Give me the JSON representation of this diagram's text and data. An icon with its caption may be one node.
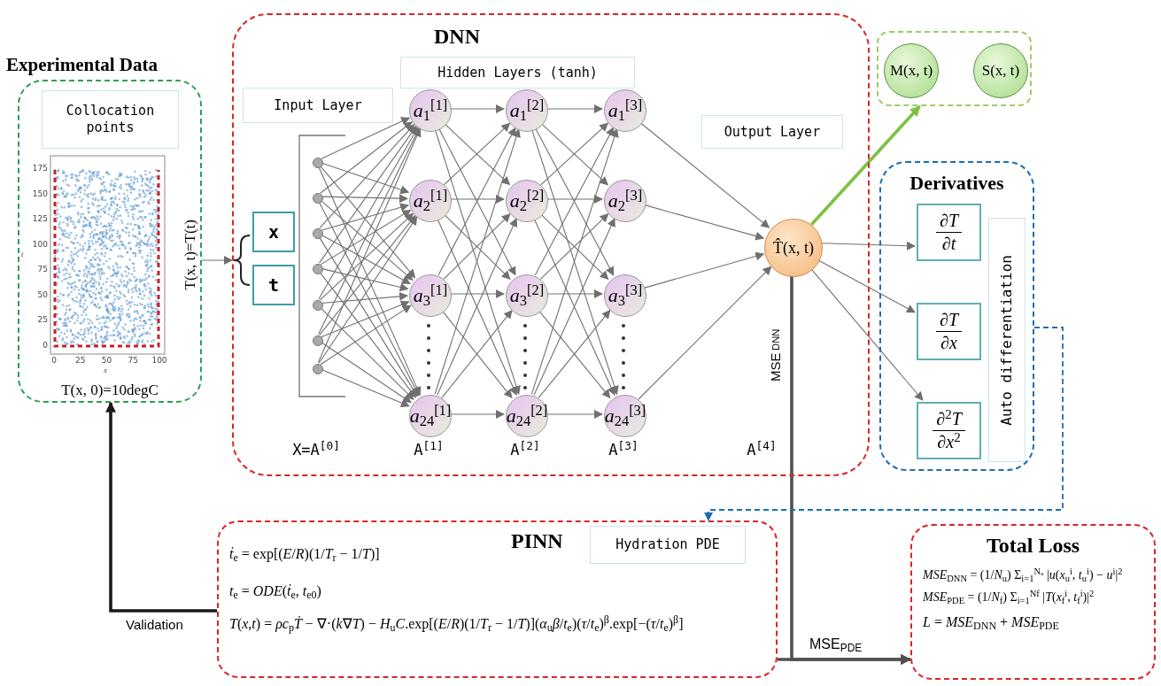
{
  "diagram": {
    "nodes": [
      {
        "text": [
          "Experimental Data",
          "T(x, 0)=10degC"
        ]
      },
      {
        "text": [
          "Collocation points"
        ],
        "in": 0
      },
      {
        "text": [
          "DNN"
        ]
      },
      {
        "text": [
          "Input Layer"
        ],
        "in": 2
      },
      {
        "text": [
          "Hidden Layers (tanh)"
        ],
        "in": 2
      },
      {
        "text": [
          "x"
        ],
        "in": 2
      },
      {
        "text": [
          "t"
        ],
        "in": 2
      },
      {
        "text": [],
        "shape": "circle",
        "in": 2
      },
      {
        "text": [],
        "shape": "circle",
        "in": 2
      },
      {
        "text": [],
        "shape": "circle",
        "in": 2
      },
      {
        "text": [],
        "shape": "circle",
        "in": 2
      },
      {
        "text": [],
        "shape": "circle",
        "in": 2
      },
      {
        "text": [],
        "shape": "circle",
        "in": 2
      },
      {
        "text": [],
        "shape": "circle",
        "in": 2
      },
      {
        "text": [
          "*a*$_{1}$$^{[1]}$"
        ],
        "in": 2
      },
      {
        "text": [
          "*a*$_{2}$$^{[1]}$"
        ],
        "in": 2
      },
      {
        "text": [
          "*a*$_{3}$$^{[1]}$"
        ],
        "in": 2
      },
      {
        "text": [
          "*a*$_{24}$$^{[1]}$"
        ],
        "in": 2
      },
      {
        "text": [
          "*a*$_{1}$$^{[2]}$"
        ],
        "in": 2
      },
      {
        "text": [
          "*a*$_{2}$$^{[2]}$"
        ],
        "in": 2
      },
      {
        "text": [
          "*a*$_{3}$$^{[2]}$"
        ],
        "in": 2
      },
      {
        "text": [
          "*a*$_{24}$$^{[2]}$"
        ],
        "in": 2
      },
      {
        "text": [
          "*a*$_{1}$$^{[3]}$"
        ],
        "in": 2
      },
      {
        "text": [
          "*a*$_{2}$$^{[3]}$"
        ],
        "in": 2
      },
      {
        "text": [
          "*a*$_{3}$$^{[3]}$"
        ],
        "in": 2
      },
      {
        "text": [
          "*a*$_{24}$$^{[3]}$"
        ],
        "in": 2
      },
      {
        "text": [
          "Output Layer"
        ],
        "in": 2
      },
      {
        "text": [
          "T̂(x, t)"
        ],
        "in": 2
      },
      {
        "text": [],
        "shape": "box"
      },
      {
        "text": [
          "M(x, t)"
        ],
        "in": 28
      },
      {
        "text": [
          "S(x, t)"
        ],
        "in": 28
      },
      {
        "text": [
          "Derivatives"
        ]
      },
      {
        "text": [
          "∂*T*",
          "∂*t*"
        ],
        "in": 31
      },
      {
        "text": [
          "∂*T*",
          "∂*x*"
        ],
        "in": 31
      },
      {
        "text": [
          "∂$^{2}$*T*",
          "∂*x*$^{2}$"
        ],
        "in": 31
      },
      {
        "text": [
          "Auto differentiation"
        ],
        "in": 31
      },
      {
        "text": [
          "PINN",
          "*ṫ*$_{e}$ = exp[(*E*/*R*)(1/*T*$_{r}$ − 1/*T*)]",
          "*t*$_{e}$ = *ODE*(*ṫ*$_{e}$, *t*$_{e0}$)",
          "*T*(*x*,*t*) = *ρc*$_{p}$*Ṫ* − ∇·(*k*∇*T*) − *H*$_{u}$*C*.exp[(*E*/*R*)(1/*T*$_{r}$ − 1/*T*)](*α*$_{u}$*β*/*t*$_{e}$)(*τ*/*t*$_{e}$)$^{β}$.exp[−(*τ*/*t*$_{e}$)$^{β}$]"
        ]
      },
      {
        "text": [
          "Hydration PDE"
        ],
        "in": 36
      },
      {
        "text": [
          "Total Loss",
          "*MSE*$_{DNN}$ = (1/*N*$_{u}$) Σ$_{i=1}$$^{Nᵤ}$ |*u*(*x*$_{u}$$^{i}$, *t*$_{u}$$^{i}$) − *u*$^{i}$|$^{2}$",
          "*MSE*$_{PDE}$ = (1/*N*$_{f}$) Σ$_{i=1}$$^{Nf}$ |*T*(*x*$_{f}$$^{i}$, *t*$_{f}$$^{i}$)|$^{2}$",
          "*L* = *MSE*$_{DNN}$ + *MSE*$_{PDE}$"
        ]
      }
    ],
    "edges": [
      {
        "from": 0,
        "to": 2,
        "arrow": "to",
        "label": "T(x, t)=T(t)"
      },
      {
        "from": 27,
        "to": 28,
        "arrow": "to",
        "style": "thick",
        "color": "#7cc242"
      },
      {
        "from": 27,
        "to": 32,
        "arrow": "to"
      },
      {
        "from": 27,
        "to": 33,
        "arrow": "to"
      },
      {
        "from": 27,
        "to": 34,
        "arrow": "to"
      },
      {
        "from": 27,
        "to": 38,
        "arrow": "to",
        "label": "MSE$_{DNN}$",
        "style": "thick",
        "color": "#505050"
      },
      {
        "from": 36,
        "to": 38,
        "arrow": "to",
        "label": "MSE$_{PDE}$",
        "style": "thick",
        "color": "#505050"
      },
      {
        "from": 31,
        "to": 36,
        "arrow": "to",
        "style": "dashed",
        "color": "#1c6db3"
      },
      {
        "from": 36,
        "to": 0,
        "arrow": "to",
        "label": "Validation",
        "style": "thick",
        "color": "#1a1a1a"
      },
      {
        "from": 7,
        "to": 14,
        "arrow": "to"
      },
      {
        "from": 7,
        "to": 15,
        "arrow": "to"
      },
      {
        "from": 7,
        "to": 16,
        "arrow": "to"
      },
      {
        "from": 7,
        "to": 17,
        "arrow": "to"
      },
      {
        "from": 8,
        "to": 14,
        "arrow": "to"
      },
      {
        "from": 8,
        "to": 15,
        "arrow": "to"
      },
      {
        "from": 8,
        "to": 16,
        "arrow": "to"
      },
      {
        "from": 8,
        "to": 17,
        "arrow": "to"
      },
      {
        "from": 9,
        "to": 14,
        "arrow": "to"
      },
      {
        "from": 9,
        "to": 15,
        "arrow": "to"
      },
      {
        "from": 9,
        "to": 16,
        "arrow": "to"
      },
      {
        "from": 9,
        "to": 17,
        "arrow": "to"
      },
      {
        "from": 10,
        "to": 14,
        "arrow": "to"
      },
      {
        "from": 10,
        "to": 15,
        "arrow": "to"
      },
      {
        "from": 10,
        "to": 16,
        "arrow": "to"
      },
      {
        "from": 10,
        "to": 17,
        "arrow": "to"
      },
      {
        "from": 11,
        "to": 14,
        "arrow": "to"
      },
      {
        "from": 11,
        "to": 15,
        "arrow": "to"
      },
      {
        "from": 11,
        "to": 16,
        "arrow": "to"
      },
      {
        "from": 11,
        "to": 17,
        "arrow": "to"
      },
      {
        "from": 12,
        "to": 14,
        "arrow": "to"
      },
      {
        "from": 12,
        "to": 15,
        "arrow": "to"
      },
      {
        "from": 12,
        "to": 16,
        "arrow": "to"
      },
      {
        "from": 12,
        "to": 17,
        "arrow": "to"
      },
      {
        "from": 13,
        "to": 14,
        "arrow": "to"
      },
      {
        "from": 13,
        "to": 15,
        "arrow": "to"
      },
      {
        "from": 13,
        "to": 16,
        "arrow": "to"
      },
      {
        "from": 13,
        "to": 17,
        "arrow": "to"
      },
      {
        "from": 14,
        "to": 18,
        "arrow": "to"
      },
      {
        "from": 14,
        "to": 19,
        "arrow": "to"
      },
      {
        "from": 14,
        "to": 20,
        "arrow": "to"
      },
      {
        "from": 14,
        "to": 21,
        "arrow": "to"
      },
      {
        "from": 15,
        "to": 18,
        "arrow": "to"
      },
      {
        "from": 15,
        "to": 19,
        "arrow": "to"
      },
      {
        "from": 15,
        "to": 20,
        "arrow": "to"
      },
      {
        "from": 15,
        "to": 21,
        "arrow": "to"
      },
      {
        "from": 16,
        "to": 18,
        "arrow": "to"
      },
      {
        "from": 16,
        "to": 19,
        "arrow": "to"
      },
      {
        "from": 16,
        "to": 20,
        "arrow": "to"
      },
      {
        "from": 16,
        "to": 21,
        "arrow": "to"
      },
      {
        "from": 17,
        "to": 18,
        "arrow": "to"
      },
      {
        "from": 17,
        "to": 19,
        "arrow": "to"
      },
      {
        "from": 17,
        "to": 20,
        "arrow": "to"
      },
      {
        "from": 17,
        "to": 21,
        "arrow": "to"
      },
      {
        "from": 18,
        "to": 22,
        "arrow": "to"
      },
      {
        "from": 18,
        "to": 23,
        "arrow": "to"
      },
      {
        "from": 18,
        "to": 24,
        "arrow": "to"
      },
      {
        "from": 18,
        "to": 25,
        "arrow": "to"
      },
      {
        "from": 19,
        "to": 22,
        "arrow": "to"
      },
      {
        "from": 19,
        "to": 23,
        "arrow": "to"
      },
      {
        "from": 19,
        "to": 24,
        "arrow": "to"
      },
      {
        "from": 19,
        "to": 25,
        "arrow": "to"
      },
      {
        "from": 20,
        "to": 22,
        "arrow": "to"
      },
      {
        "from": 20,
        "to": 23,
        "arrow": "to"
      },
      {
        "from": 20,
        "to": 24,
        "arrow": "to"
      },
      {
        "from": 20,
        "to": 25,
        "arrow": "to"
      },
      {
        "from": 21,
        "to": 22,
        "arrow": "to"
      },
      {
        "from": 21,
        "to": 23,
        "arrow": "to"
      },
      {
        "from": 21,
        "to": 24,
        "arrow": "to"
      },
      {
        "from": 21,
        "to": 25,
        "arrow": "to"
      },
      {
        "from": 22,
        "to": 27,
        "arrow": "to"
      },
      {
        "from": 23,
        "to": 27,
        "arrow": "to"
      },
      {
        "from": 24,
        "to": 27,
        "arrow": "to"
      },
      {
        "from": 25,
        "to": 27,
        "arrow": "to"
      }
    ],
    "labels": [
      "175",
      "150",
      "125",
      "100",
      "75",
      "50",
      "25",
      "0",
      "0",
      "25",
      "50",
      "75",
      "100",
      "x",
      "t",
      "X=A$^{[0]}$",
      "A$^{[1]}$",
      "A$^{[2]}$",
      "A$^{[3]}$",
      "A$^{[4]}$"
    ]
  }
}
